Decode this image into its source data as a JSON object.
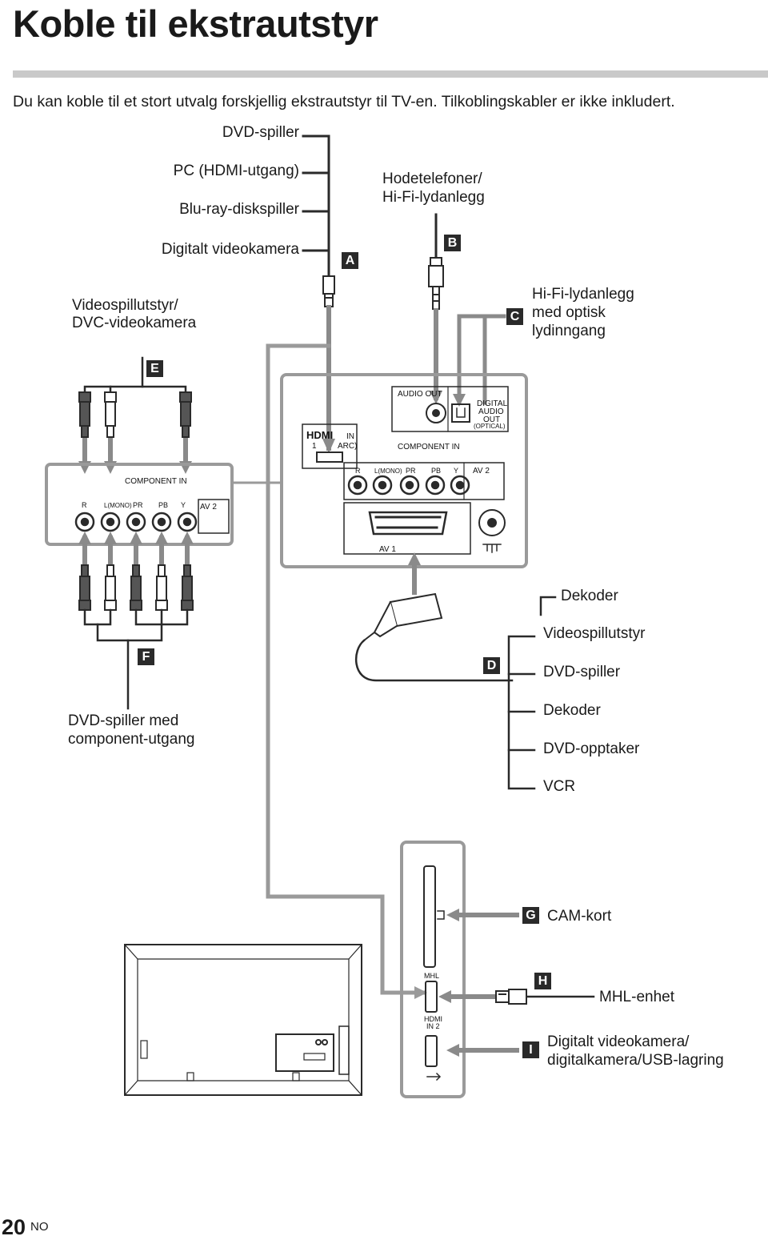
{
  "page": {
    "title": "Koble til ekstrautstyr",
    "intro": "Du kan koble til et stort utvalg forskjellig ekstrautstyr til TV-en. Tilkoblingskabler er ikke inkludert.",
    "page_number": "20",
    "page_suffix": "NO"
  },
  "labels": {
    "dvd_spiller": "DVD-spiller",
    "pc_hdmi": "PC (HDMI-utgang)",
    "bluray": "Blu-ray-diskspiller",
    "digitalt_videokamera": "Digitalt videokamera",
    "hodetelefoner_1": "Hodetelefoner/",
    "hodetelefoner_2": "Hi-Fi-lydanlegg",
    "videospill_1": "Videospillutstyr/",
    "videospill_2": "DVC-videokamera",
    "hifi_optisk_1": "Hi-Fi-lydanlegg",
    "hifi_optisk_2": "med optisk",
    "hifi_optisk_3": "lydinngang",
    "scart_dekoder": "Dekoder",
    "scart_videospill": "Videospillutstyr",
    "scart_dvd": "DVD-spiller",
    "scart_dekoder2": "Dekoder",
    "scart_dvd_opptaker": "DVD-opptaker",
    "scart_vcr": "VCR",
    "component_1": "DVD-spiller med",
    "component_2": "component-utgang",
    "cam_kort": "CAM-kort",
    "mhl_enhet": "MHL-enhet",
    "usb_1": "Digitalt videokamera/",
    "usb_2": "digitalkamera/USB-lagring"
  },
  "badges": {
    "a": "A",
    "b": "B",
    "c": "C",
    "d": "D",
    "e": "E",
    "f": "F",
    "g": "G",
    "h": "H",
    "i": "I"
  },
  "panel_labels": {
    "audio_out": "AUDIO OUT",
    "digital_audio_out_1": "DIGITAL",
    "digital_audio_out_2": "AUDIO",
    "digital_audio_out_3": "OUT",
    "digital_audio_out_4": "(OPTICAL)",
    "hdmi_logo": "HDMI",
    "hdmi_in": "IN",
    "hdmi_1": "1",
    "hdmi_arc": "ARC)",
    "component_in": "COMPONENT IN",
    "r": "R",
    "l_mono": "L(MONO)",
    "pr": "PR",
    "pb": "PB",
    "y": "Y",
    "av2": "AV 2",
    "av1": "AV 1",
    "mhl": "MHL",
    "hdmi_in2_1": "HDMI",
    "hdmi_in2_2": "IN 2"
  },
  "colors": {
    "cable": "#8a8a8a",
    "panel_border": "#9a9a9a",
    "dark": "#2a2a2a",
    "rule": "#c9c9c9"
  }
}
